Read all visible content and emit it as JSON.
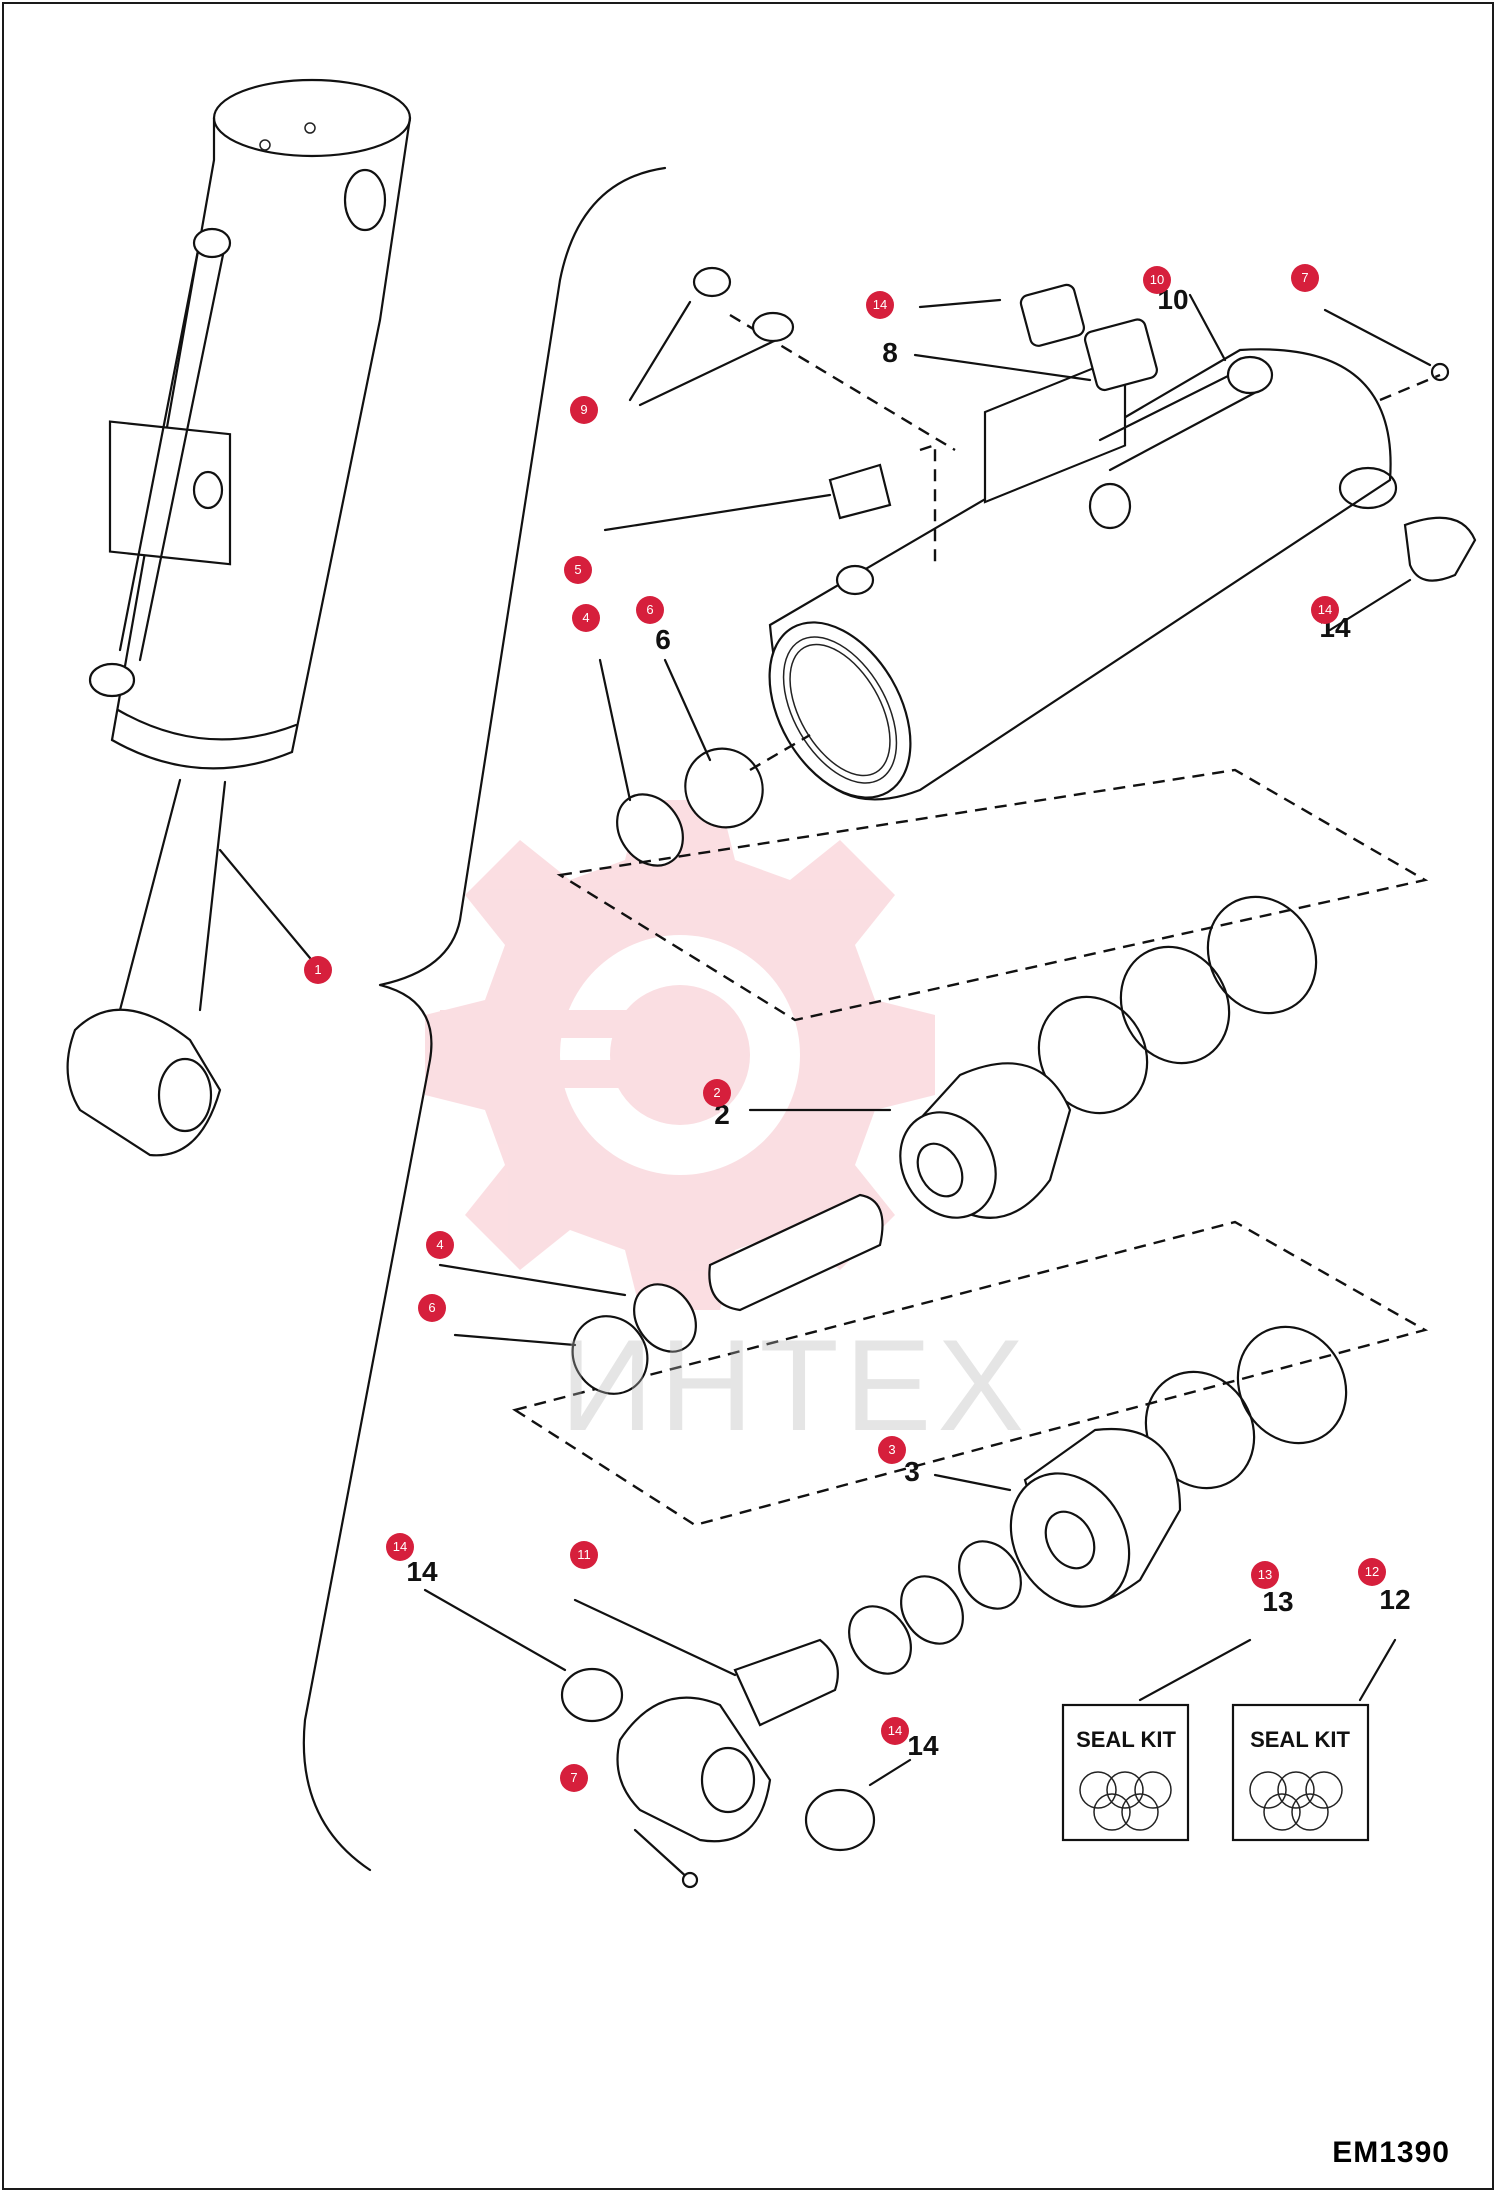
{
  "drawing_code": "EM1390",
  "watermark_text": "ИНТЕХ",
  "colors": {
    "callout": "#d61f3c",
    "line": "#111111",
    "watermark": "#f4b7bf"
  },
  "callouts": [
    {
      "id": "c1",
      "label": "1"
    },
    {
      "id": "c2",
      "label": "2"
    },
    {
      "id": "c3",
      "label": "3"
    },
    {
      "id": "c4a",
      "label": "4"
    },
    {
      "id": "c4b",
      "label": "4"
    },
    {
      "id": "c5",
      "label": "5"
    },
    {
      "id": "c6a",
      "label": "6"
    },
    {
      "id": "c6b",
      "label": "6"
    },
    {
      "id": "c7a",
      "label": "7"
    },
    {
      "id": "c7b",
      "label": "7"
    },
    {
      "id": "c9",
      "label": "9"
    },
    {
      "id": "c10",
      "label": "10"
    },
    {
      "id": "c11",
      "label": "11"
    },
    {
      "id": "c12",
      "label": "12"
    },
    {
      "id": "c13",
      "label": "13"
    },
    {
      "id": "c14a",
      "label": "14"
    },
    {
      "id": "c14b",
      "label": "14"
    },
    {
      "id": "c14c",
      "label": "14"
    },
    {
      "id": "c14d",
      "label": "14"
    }
  ],
  "part_numbers": {
    "n2": "2",
    "n3": "3",
    "n6": "6",
    "n8": "8",
    "n10": "10",
    "n12": "12",
    "n13": "13",
    "n14a": "14",
    "n14b": "14",
    "n14c": "14"
  },
  "seal_kits": [
    {
      "id": "kit13",
      "label": "SEAL KIT"
    },
    {
      "id": "kit12",
      "label": "SEAL KIT"
    }
  ]
}
